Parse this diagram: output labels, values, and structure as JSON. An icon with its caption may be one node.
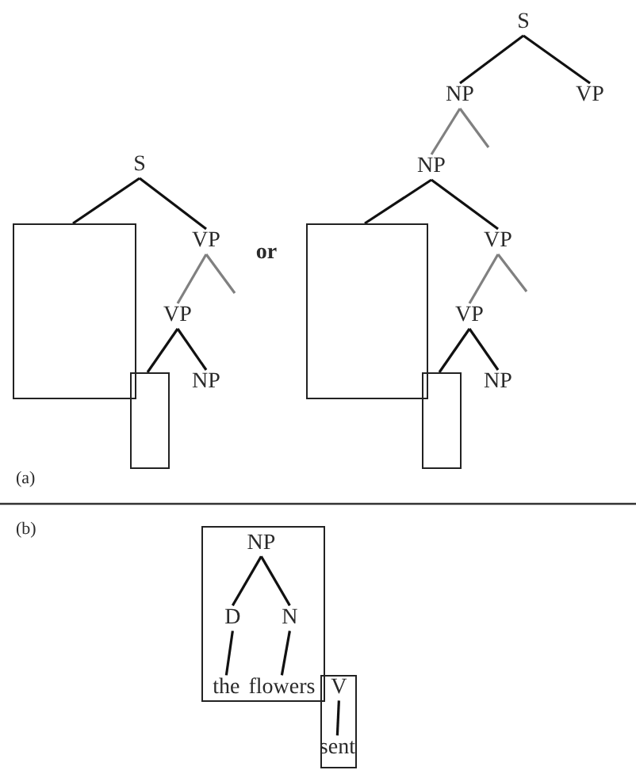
{
  "diagram": {
    "nodes": [
      {
        "text": [
          "S"
        ]
      },
      {
        "text": [],
        "shape": "box"
      },
      {
        "text": [
          "VP"
        ]
      },
      {
        "text": [
          "VP"
        ]
      },
      {
        "text": [],
        "shape": "box"
      },
      {
        "text": [
          "NP"
        ]
      },
      {
        "text": [
          "S"
        ]
      },
      {
        "text": [
          "NP"
        ]
      },
      {
        "text": [
          "VP"
        ]
      },
      {
        "text": [
          "NP"
        ]
      },
      {
        "text": [],
        "shape": "box"
      },
      {
        "text": [
          "VP"
        ]
      },
      {
        "text": [
          "VP"
        ]
      },
      {
        "text": [],
        "shape": "box"
      },
      {
        "text": [
          "NP"
        ]
      },
      {
        "text": [],
        "shape": "box"
      },
      {
        "text": [
          "NP"
        ],
        "in": 15
      },
      {
        "text": [
          "D"
        ],
        "in": 15
      },
      {
        "text": [
          "N"
        ],
        "in": 15
      },
      {
        "text": [
          "the"
        ],
        "in": 15
      },
      {
        "text": [
          "flowers"
        ],
        "in": 15
      },
      {
        "text": [],
        "shape": "box"
      },
      {
        "text": [
          "V"
        ],
        "in": 21
      },
      {
        "text": [
          "sent"
        ],
        "in": 21
      }
    ],
    "edges": [
      {
        "from": 0,
        "to": 1,
        "arrow": "none"
      },
      {
        "from": 0,
        "to": 2,
        "arrow": "none"
      },
      {
        "from": 2,
        "to": 3,
        "arrow": "none",
        "color": "#808080"
      },
      {
        "from": 2,
        "to": null,
        "arrow": "none",
        "color": "#808080"
      },
      {
        "from": 3,
        "to": 4,
        "arrow": "none"
      },
      {
        "from": 3,
        "to": 5,
        "arrow": "none"
      },
      {
        "from": 6,
        "to": 7,
        "arrow": "none"
      },
      {
        "from": 6,
        "to": 8,
        "arrow": "none"
      },
      {
        "from": 7,
        "to": 9,
        "arrow": "none",
        "color": "#808080"
      },
      {
        "from": 7,
        "to": null,
        "arrow": "none",
        "color": "#808080"
      },
      {
        "from": 9,
        "to": 10,
        "arrow": "none"
      },
      {
        "from": 9,
        "to": 11,
        "arrow": "none"
      },
      {
        "from": 11,
        "to": 12,
        "arrow": "none",
        "color": "#808080"
      },
      {
        "from": 11,
        "to": null,
        "arrow": "none",
        "color": "#808080"
      },
      {
        "from": 12,
        "to": 13,
        "arrow": "none"
      },
      {
        "from": 12,
        "to": 14,
        "arrow": "none"
      },
      {
        "from": 16,
        "to": 17,
        "arrow": "none"
      },
      {
        "from": 16,
        "to": 18,
        "arrow": "none"
      },
      {
        "from": 17,
        "to": 19,
        "arrow": "none"
      },
      {
        "from": 18,
        "to": 20,
        "arrow": "none"
      },
      {
        "from": 22,
        "to": 23,
        "arrow": "none"
      }
    ],
    "labels": [
      "or",
      "(a)",
      "(b)"
    ]
  }
}
